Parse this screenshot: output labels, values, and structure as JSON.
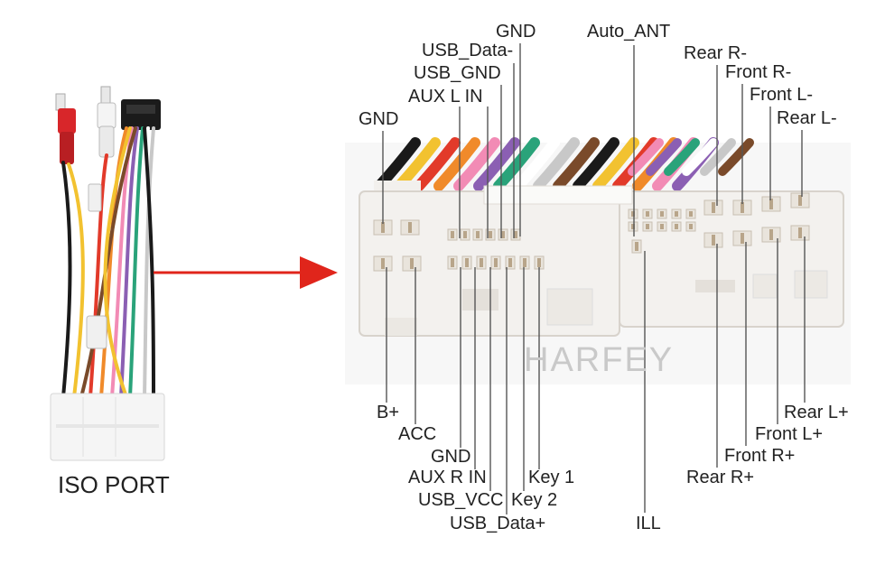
{
  "caption": "ISO PORT",
  "watermark": "HARFEY",
  "colors": {
    "arrow": "#e0251b",
    "leader": "#555555",
    "connector_body": "#f3f1ee",
    "connector_edge": "#d8d3cc",
    "wires": [
      "#1a1a1a",
      "#f2c230",
      "#e23a2a",
      "#f08a2a",
      "#f28bb5",
      "#8b5fb3",
      "#2aa37a",
      "#ffffff",
      "#c8c8c8",
      "#7a4a2a"
    ]
  },
  "pins": {
    "top": [
      {
        "id": "gnd-usb",
        "label": "GND"
      },
      {
        "id": "usb-data-minus",
        "label": "USB_Data-"
      },
      {
        "id": "usb-gnd",
        "label": "USB_GND"
      },
      {
        "id": "aux-l-in",
        "label": "AUX L IN"
      },
      {
        "id": "gnd-left",
        "label": "GND"
      },
      {
        "id": "auto-ant",
        "label": "Auto_ANT"
      },
      {
        "id": "rear-r-minus",
        "label": "Rear R-"
      },
      {
        "id": "front-r-minus",
        "label": "Front R-"
      },
      {
        "id": "front-l-minus",
        "label": "Front L-"
      },
      {
        "id": "rear-l-minus",
        "label": "Rear L-"
      }
    ],
    "bottom": [
      {
        "id": "b-plus",
        "label": "B+"
      },
      {
        "id": "acc",
        "label": "ACC"
      },
      {
        "id": "gnd-aux",
        "label": "GND"
      },
      {
        "id": "aux-r-in",
        "label": "AUX R IN"
      },
      {
        "id": "usb-vcc",
        "label": "USB_VCC"
      },
      {
        "id": "usb-data-plus",
        "label": "USB_Data+"
      },
      {
        "id": "key-1",
        "label": "Key 1"
      },
      {
        "id": "key-2",
        "label": "Key 2"
      },
      {
        "id": "ill",
        "label": "ILL"
      },
      {
        "id": "rear-r-plus",
        "label": "Rear R+"
      },
      {
        "id": "front-r-plus",
        "label": "Front R+"
      },
      {
        "id": "front-l-plus",
        "label": "Front L+"
      },
      {
        "id": "rear-l-plus",
        "label": "Rear L+"
      }
    ]
  }
}
